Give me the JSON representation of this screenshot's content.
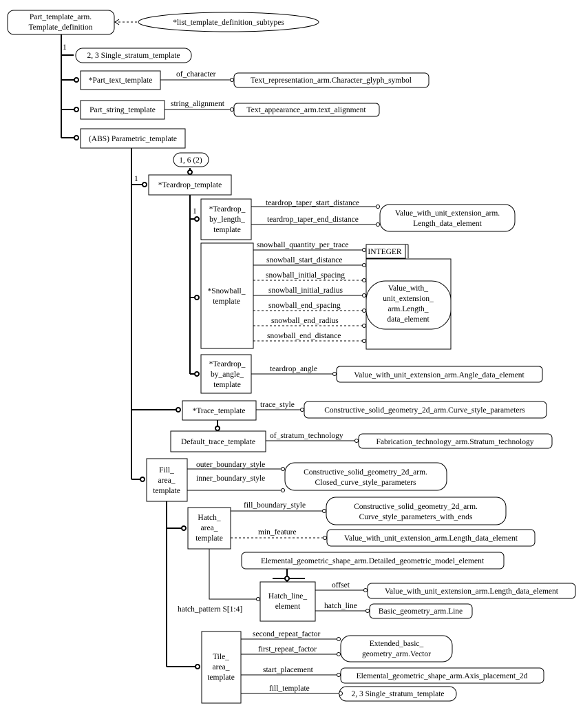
{
  "entities": {
    "root": [
      "Part_template_arm.",
      "Template_definition"
    ],
    "list_subtypes": [
      "*list_template_definition_subtypes"
    ],
    "single_stratum_top": [
      "2, 3 Single_stratum_template"
    ],
    "part_text_template": [
      "*Part_text_template"
    ],
    "character_glyph_symbol": [
      "Text_representation_arm.Character_glyph_symbol"
    ],
    "part_string_template": [
      "Part_string_template"
    ],
    "text_alignment": [
      "Text_appearance_arm.text_alignment"
    ],
    "parametric_template": [
      "(ABS) Parametric_template"
    ],
    "page_ref_16": [
      "1, 6 (2)"
    ],
    "teardrop_template": [
      "*Teardrop_template"
    ],
    "teardrop_by_length": [
      "*Teardrop_",
      "by_length_",
      "template"
    ],
    "length_data_element_1": [
      "Value_with_unit_extension_arm.",
      "Length_data_element"
    ],
    "snowball_template": [
      "*Snowball_",
      "template"
    ],
    "integer_type": [
      "INTEGER"
    ],
    "length_data_element_2": [
      "Value_with_",
      "unit_extension_",
      "arm.Length_",
      "data_element"
    ],
    "teardrop_by_angle": [
      "*Teardrop_",
      "by_angle_",
      "template"
    ],
    "angle_data_element": [
      "Value_with_unit_extension_arm.Angle_data_element"
    ],
    "trace_template": [
      "*Trace_template"
    ],
    "curve_style_parameters": [
      "Constructive_solid_geometry_2d_arm.Curve_style_parameters"
    ],
    "default_trace_template": [
      "Default_trace_template"
    ],
    "stratum_technology": [
      "Fabrication_technology_arm.Stratum_technology"
    ],
    "fill_area_template": [
      "Fill_",
      "area_",
      "template"
    ],
    "closed_curve_style": [
      "Constructive_solid_geometry_2d_arm.",
      "Closed_curve_style_parameters"
    ],
    "hatch_area_template": [
      "Hatch_",
      "area_",
      "template"
    ],
    "curve_style_with_ends": [
      "Constructive_solid_geometry_2d_arm.",
      "Curve_style_parameters_with_ends"
    ],
    "length_data_element_3": [
      "Value_with_unit_extension_arm.Length_data_element"
    ],
    "detailed_geometric_model": [
      "Elemental_geometric_shape_arm.Detailed_geometric_model_element"
    ],
    "hatch_line_element": [
      "Hatch_line_",
      "element"
    ],
    "length_data_element_4": [
      "Value_with_unit_extension_arm.Length_data_element"
    ],
    "basic_line": [
      "Basic_geometry_arm.Line"
    ],
    "tile_area_template": [
      "Tile_",
      "area_",
      "template"
    ],
    "extended_vector": [
      "Extended_basic_",
      "geometry_arm.Vector"
    ],
    "axis_placement": [
      "Elemental_geometric_shape_arm.Axis_placement_2d"
    ],
    "single_stratum_bottom": [
      "2, 3 Single_stratum_template"
    ]
  },
  "attributes": {
    "of_character": "of_character",
    "string_alignment": "string_alignment",
    "teardrop_taper_start_distance": "teardrop_taper_start_distance",
    "teardrop_taper_end_distance": "teardrop_taper_end_distance",
    "snowball_quantity_per_trace": "snowball_quantity_per_trace",
    "snowball_start_distance": "snowball_start_distance",
    "snowball_initial_spacing": "snowball_initial_spacing",
    "snowball_initial_radius": "snowball_initial_radius",
    "snowball_end_spacing": "snowball_end_spacing",
    "snowball_end_radius": "snowball_end_radius",
    "snowball_end_distance": "snowball_end_distance",
    "teardrop_angle": "teardrop_angle",
    "trace_style": "trace_style",
    "of_stratum_technology": "of_stratum_technology",
    "outer_boundary_style": "outer_boundary_style",
    "inner_boundary_style": "inner_boundary_style",
    "fill_boundary_style": "fill_boundary_style",
    "min_feature": "min_feature",
    "offset": "offset",
    "hatch_line": "hatch_line",
    "hatch_pattern": "hatch_pattern S[1:4]",
    "second_repeat_factor": "second_repeat_factor",
    "first_repeat_factor": "first_repeat_factor",
    "start_placement": "start_placement",
    "fill_template": "fill_template"
  },
  "markers": {
    "one_root": "1",
    "one_parametric": "1",
    "one_teardrop": "1"
  }
}
